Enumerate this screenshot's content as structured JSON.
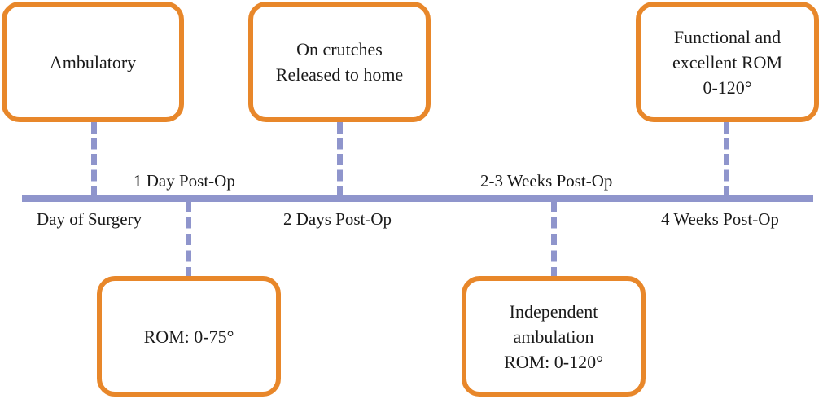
{
  "timeline": {
    "line_color": "#8f95cc",
    "box_border_color": "#e8872a",
    "time_labels": {
      "day_of_surgery": "Day of Surgery",
      "day_1": "1 Day Post-Op",
      "days_2": "2 Days Post-Op",
      "weeks_2_3": "2-3 Weeks Post-Op",
      "weeks_4": "4 Weeks Post-Op"
    },
    "events": {
      "day_of_surgery": {
        "lines": [
          "Ambulatory"
        ]
      },
      "day_1": {
        "lines": [
          "ROM: 0-75°"
        ]
      },
      "days_2": {
        "lines": [
          "On crutches",
          "Released to home"
        ]
      },
      "weeks_2_3": {
        "lines": [
          "Independent",
          "ambulation",
          "ROM: 0-120°"
        ]
      },
      "weeks_4": {
        "lines": [
          "Functional and",
          "excellent ROM",
          "0-120°"
        ]
      }
    }
  }
}
